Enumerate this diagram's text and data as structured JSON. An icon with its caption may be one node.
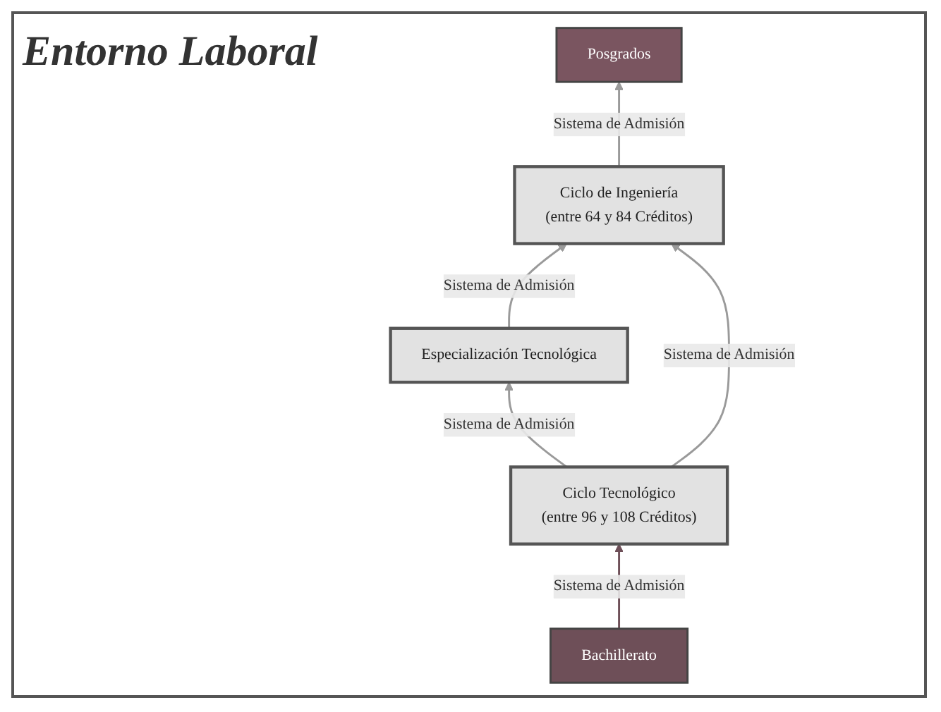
{
  "diagram": {
    "title": "Entorno Laboral",
    "nodes": [
      {
        "text": [
          "Posgrados"
        ]
      },
      {
        "text": [
          "Ciclo de Ingeniería",
          "(entre 64 y 84 Créditos)"
        ]
      },
      {
        "text": [
          "Especialización Tecnológica"
        ]
      },
      {
        "text": [
          "Ciclo Tecnológico",
          "(entre 96 y 108 Créditos)"
        ]
      },
      {
        "text": [
          "Bachillerato"
        ]
      }
    ],
    "edges": [
      {
        "from": 1,
        "to": 0,
        "arrow": "to",
        "label": "Sistema de Admisión"
      },
      {
        "from": 2,
        "to": 1,
        "arrow": "to",
        "label": "Sistema de Admisión"
      },
      {
        "from": 3,
        "to": 2,
        "arrow": "to",
        "label": "Sistema de Admisión"
      },
      {
        "from": 3,
        "to": 1,
        "arrow": "to",
        "label": "Sistema de Admisión"
      },
      {
        "from": 4,
        "to": 3,
        "arrow": "to",
        "label": "Sistema de Admisión",
        "color": "#6e4f58"
      }
    ]
  }
}
